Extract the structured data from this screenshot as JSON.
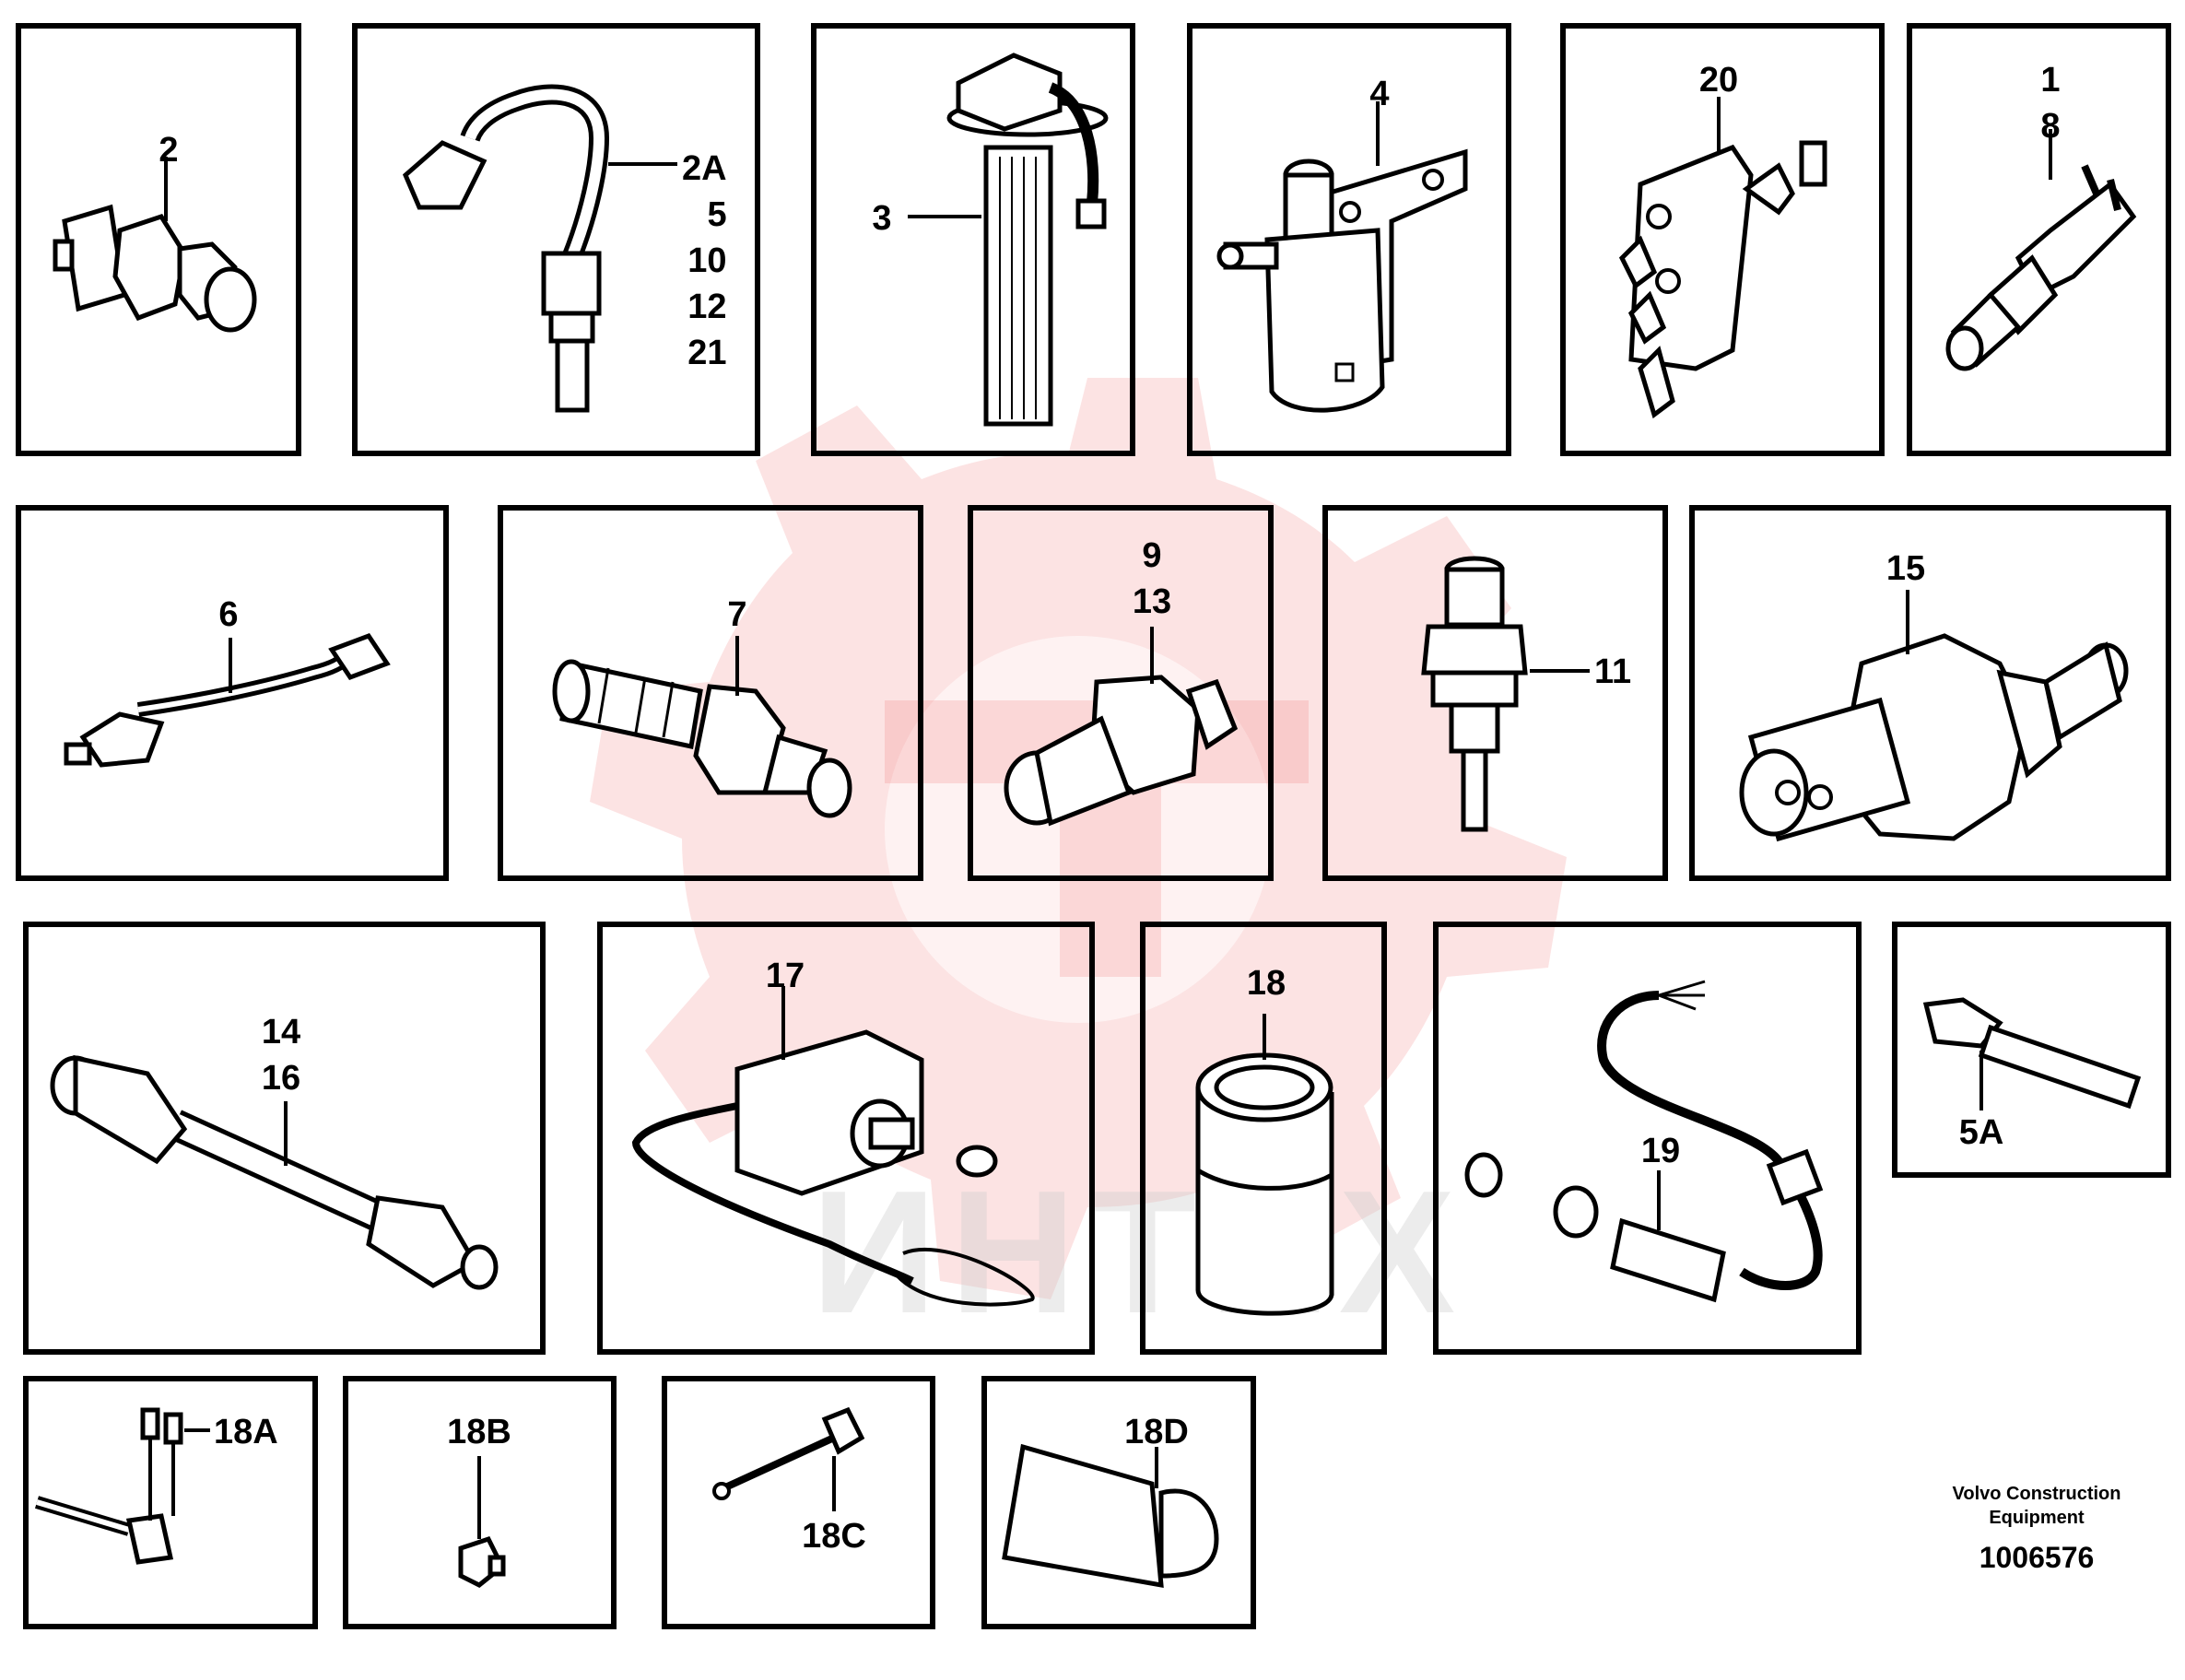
{
  "watermark": {
    "text": "ИНТЕХ",
    "color": "#e83a3a"
  },
  "panels": [
    {
      "id": "p2",
      "labels": [
        "2"
      ]
    },
    {
      "id": "p2A",
      "labels": [
        "2A",
        "5",
        "10",
        "12",
        "21"
      ]
    },
    {
      "id": "p3",
      "labels": [
        "3"
      ]
    },
    {
      "id": "p4",
      "labels": [
        "4"
      ]
    },
    {
      "id": "p20",
      "labels": [
        "20"
      ]
    },
    {
      "id": "p1",
      "labels": [
        "1",
        "8"
      ]
    },
    {
      "id": "p6",
      "labels": [
        "6"
      ]
    },
    {
      "id": "p7",
      "labels": [
        "7"
      ]
    },
    {
      "id": "p9",
      "labels": [
        "9",
        "13"
      ]
    },
    {
      "id": "p11",
      "labels": [
        "11"
      ]
    },
    {
      "id": "p15",
      "labels": [
        "15"
      ]
    },
    {
      "id": "p14",
      "labels": [
        "14",
        "16"
      ]
    },
    {
      "id": "p17",
      "labels": [
        "17"
      ]
    },
    {
      "id": "p18",
      "labels": [
        "18"
      ]
    },
    {
      "id": "p19",
      "labels": [
        "19"
      ]
    },
    {
      "id": "p5A",
      "labels": [
        "5A"
      ]
    },
    {
      "id": "p18A",
      "labels": [
        "18A"
      ]
    },
    {
      "id": "p18B",
      "labels": [
        "18B"
      ]
    },
    {
      "id": "p18C",
      "labels": [
        "18C"
      ]
    },
    {
      "id": "p18D",
      "labels": [
        "18D"
      ]
    }
  ],
  "footer": {
    "line1": "Volvo Construction",
    "line2": "Equipment",
    "drawing_number": "1006576"
  }
}
